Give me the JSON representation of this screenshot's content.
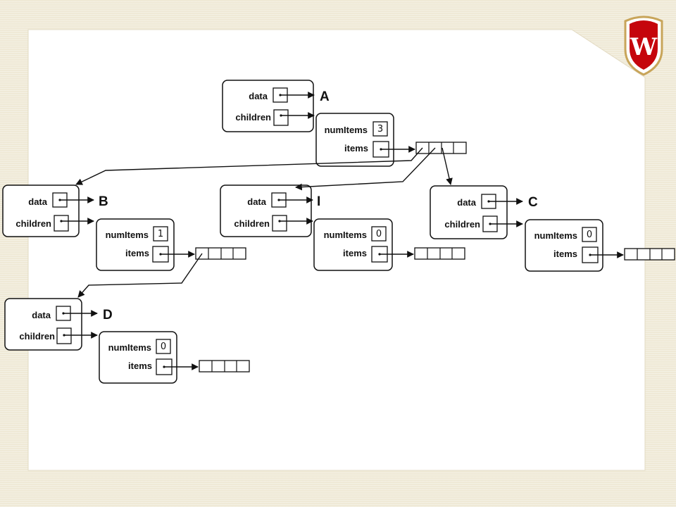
{
  "labels": {
    "data": "data",
    "children": "children",
    "numItems": "numItems",
    "items": "items"
  },
  "nodes": [
    {
      "key": "a",
      "name": "A",
      "num_items": "3"
    },
    {
      "key": "b",
      "name": "B",
      "num_items": "1"
    },
    {
      "key": "i",
      "name": "I",
      "num_items": "0"
    },
    {
      "key": "c",
      "name": "C",
      "num_items": "0"
    },
    {
      "key": "d",
      "name": "D",
      "num_items": "0"
    }
  ],
  "colors": {
    "background": "#efe9d6",
    "panel": "#ffffff",
    "ink": "#111111",
    "crest_red": "#c5050c",
    "crest_gold": "#c8a55a"
  },
  "logo": {
    "icon": "uw-crest-icon",
    "letter": "W"
  }
}
